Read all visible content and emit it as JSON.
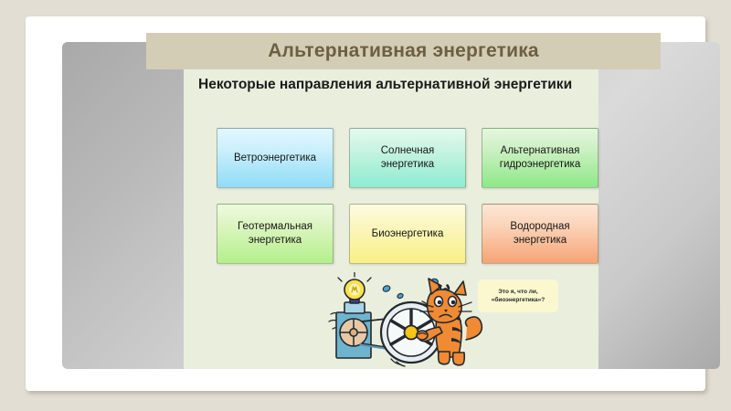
{
  "background_color": "#e3ded4",
  "slide": {
    "title": "Альтернативная энергетика",
    "title_color": "#6d5f42",
    "banner_color": "#d4cdb5",
    "panel_color": "#eaeedd",
    "heading": "Некоторые направления альтернативной энергетики"
  },
  "categories": [
    {
      "label": "Ветроэнергетика",
      "color": "#8fdcf6",
      "theme": "wind"
    },
    {
      "label": "Солнечная\nэнергетика",
      "color": "#8eecd0",
      "theme": "solar"
    },
    {
      "label": "Альтернативная\nгидроэнергетика",
      "color": "#8ee888",
      "theme": "hydro"
    },
    {
      "label": "Геотермальная\nэнергетика",
      "color": "#b3f08b",
      "theme": "geothermal"
    },
    {
      "label": "Биоэнергетика",
      "color": "#faf084",
      "theme": "bio"
    },
    {
      "label": "Водородная\nэнергетика",
      "color": "#f6a474",
      "theme": "hydrogen"
    }
  ],
  "illustration": {
    "name": "cat-turning-generator-wheel",
    "cat_color": "#f08a33",
    "generator_color": "#6fb4cf",
    "bulb_color": "#ffe14d",
    "wheel_color": "#9aa6ae"
  },
  "speech_bubble": {
    "text": "Это я, что ли,\n«биоэнергетика»?",
    "color": "#fbf8cf"
  }
}
